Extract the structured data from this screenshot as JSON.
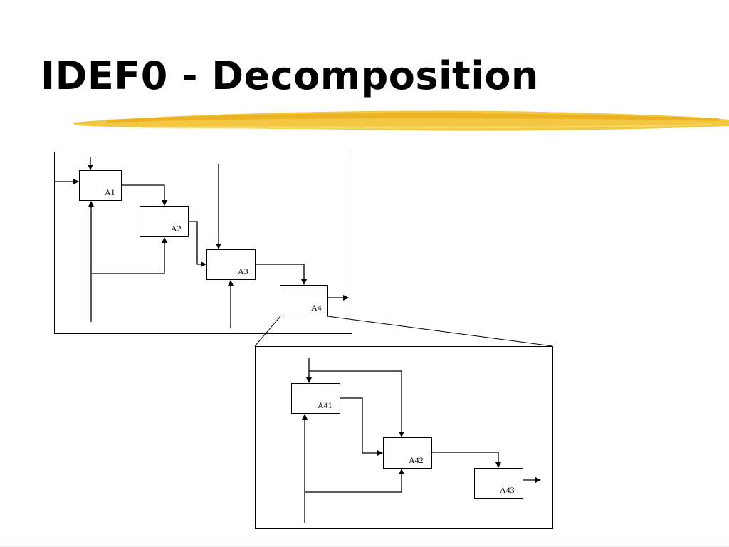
{
  "slide": {
    "title": "IDEF0 - Decomposition",
    "accent_color": "#f2c12e"
  },
  "parent_diagram": {
    "boxes": [
      "A1",
      "A2",
      "A3",
      "A4"
    ]
  },
  "child_diagram": {
    "boxes": [
      "A41",
      "A42",
      "A43"
    ]
  }
}
